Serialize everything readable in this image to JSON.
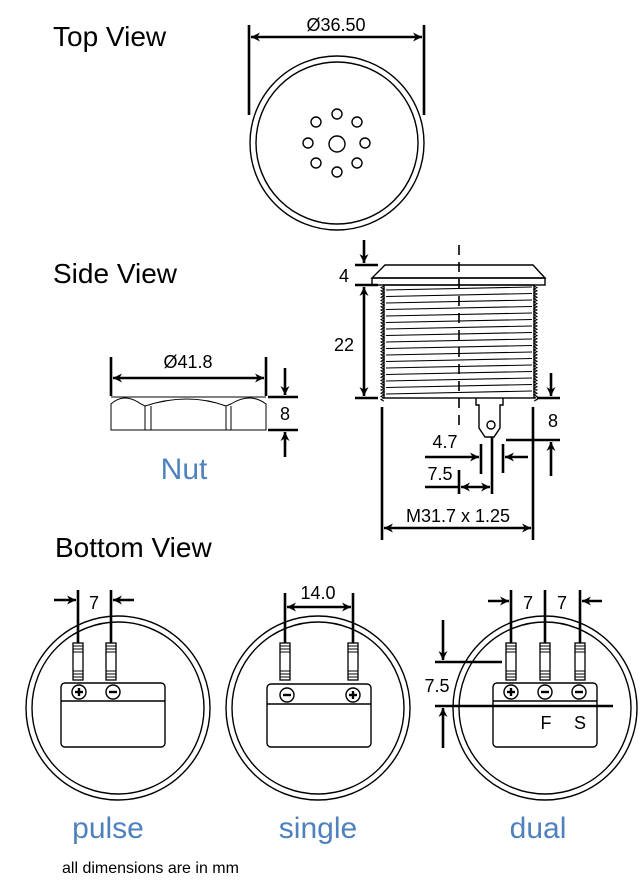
{
  "sections": {
    "top_view": "Top View",
    "side_view": "Side View",
    "bottom_view": "Bottom View"
  },
  "top_view": {
    "diameter_label": "Ø36.50"
  },
  "nut": {
    "diameter_label": "Ø41.8",
    "height_label": "8",
    "caption": "Nut"
  },
  "side": {
    "flange_height": "4",
    "body_height": "22",
    "terminal_height": "8",
    "terminal_width": "4.7",
    "terminal_offset": "7.5",
    "thread_label": "M31.7 x 1.25"
  },
  "bottom": {
    "pulse": {
      "spacing": "7",
      "caption": "pulse",
      "terminals": [
        "+",
        "−"
      ]
    },
    "single": {
      "spacing": "14.0",
      "caption": "single",
      "terminals": [
        "−",
        "+"
      ]
    },
    "dual": {
      "spacing_left": "7",
      "spacing_right": "7",
      "terminal_length": "7.5",
      "caption": "dual",
      "terminals": [
        "+",
        "−",
        "−"
      ],
      "terminal_labels": [
        "F",
        "S"
      ]
    }
  },
  "footnote": "all dimensions are in mm",
  "colors": {
    "caption_blue": "#4f81bd"
  }
}
